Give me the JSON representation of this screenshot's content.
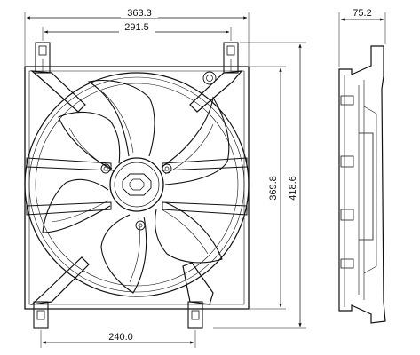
{
  "drawing": {
    "line_color": "#111111",
    "background": "#ffffff",
    "dimensions": {
      "overall_width": "363.3",
      "bracket_span": "291.5",
      "bottom_span": "240.0",
      "shroud_height": "369.8",
      "overall_height": "418.6",
      "depth": "75.2"
    }
  }
}
